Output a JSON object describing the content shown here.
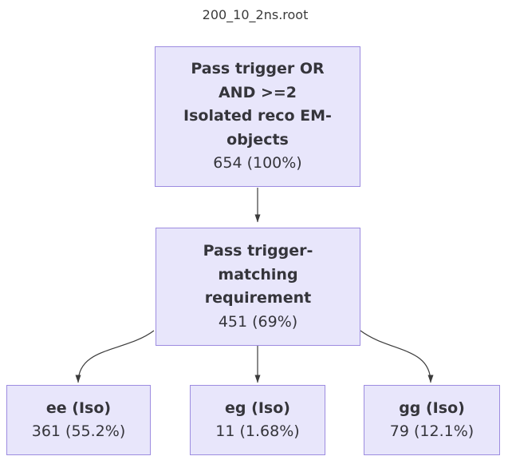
{
  "title": "200_10_2ns.root",
  "colors": {
    "node_fill": "#e8e6fb",
    "node_border": "#9d8ce0",
    "edge": "#3c3c3c",
    "text": "#35353b",
    "background": "#ffffff"
  },
  "nodes": {
    "root": {
      "label": "Pass trigger OR AND >=2 Isolated reco EM-objects",
      "lines": [
        "Pass trigger OR",
        "AND >=2",
        "Isolated reco EM-",
        "objects"
      ],
      "count": "654 (100%)"
    },
    "trigger_match": {
      "label": "Pass trigger-matching requirement",
      "lines": [
        "Pass trigger-",
        "matching",
        "requirement"
      ],
      "count": "451 (69%)"
    },
    "ee": {
      "label": "ee (Iso)",
      "lines": [
        "ee (Iso)"
      ],
      "count": "361 (55.2%)"
    },
    "eg": {
      "label": "eg (Iso)",
      "lines": [
        "eg (Iso)"
      ],
      "count": "11 (1.68%)"
    },
    "gg": {
      "label": "gg (Iso)",
      "lines": [
        "gg (Iso)"
      ],
      "count": "79 (12.1%)"
    }
  },
  "edges": [
    {
      "from": "root",
      "to": "trigger_match"
    },
    {
      "from": "trigger_match",
      "to": "ee"
    },
    {
      "from": "trigger_match",
      "to": "eg"
    },
    {
      "from": "trigger_match",
      "to": "gg"
    }
  ]
}
